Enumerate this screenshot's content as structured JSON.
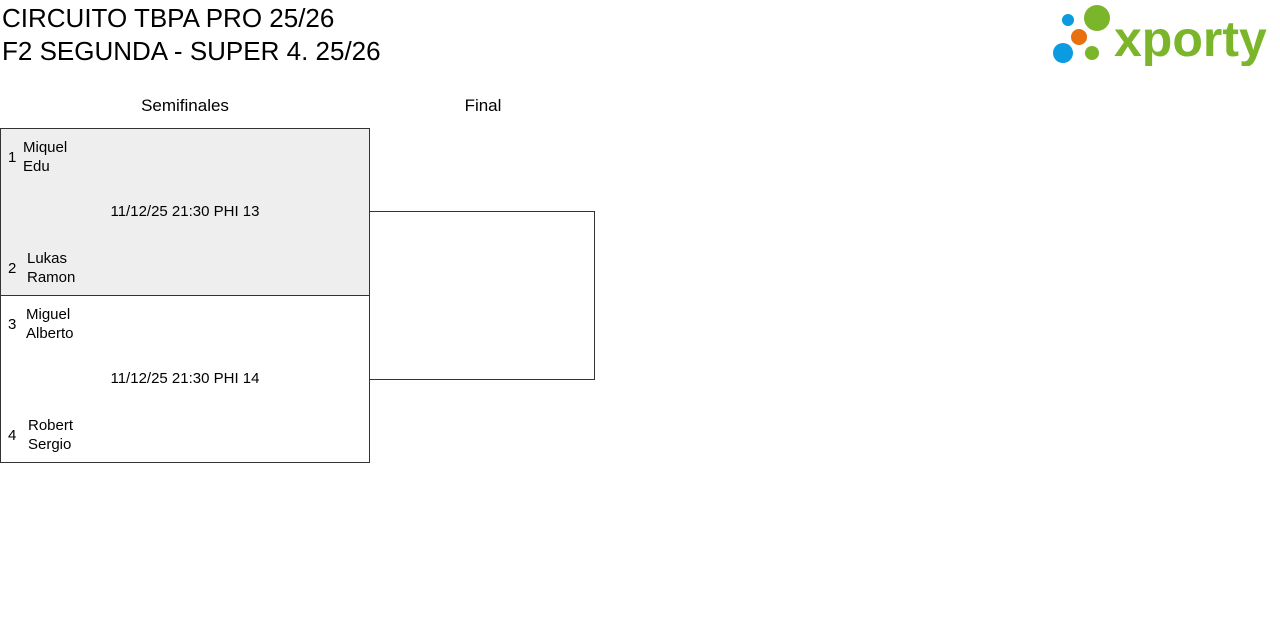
{
  "header": {
    "title": "CIRCUITO TBPA PRO 25/26",
    "subtitle": "F2 SEGUNDA - SUPER 4. 25/26",
    "logo_text": "xporty"
  },
  "rounds": [
    "Semifinales",
    "Final"
  ],
  "matches": [
    {
      "info": "11/12/25 21:30 PHI 13",
      "bg": "#eeeeee",
      "teams": [
        {
          "seed": "1",
          "p1": "Miquel",
          "p2": "Edu"
        },
        {
          "seed": "2",
          "p1": "Lukas",
          "p2": "Ramon"
        }
      ]
    },
    {
      "info": "11/12/25 21:30 PHI 14",
      "bg": "#ffffff",
      "teams": [
        {
          "seed": "3",
          "p1": "Miguel",
          "p2": "Alberto"
        },
        {
          "seed": "4",
          "p1": "Robert",
          "p2": "Sergio"
        }
      ]
    }
  ],
  "colors": {
    "brand_green": "#7ab52a",
    "blue": "#0a9be0",
    "orange": "#e8700e"
  }
}
